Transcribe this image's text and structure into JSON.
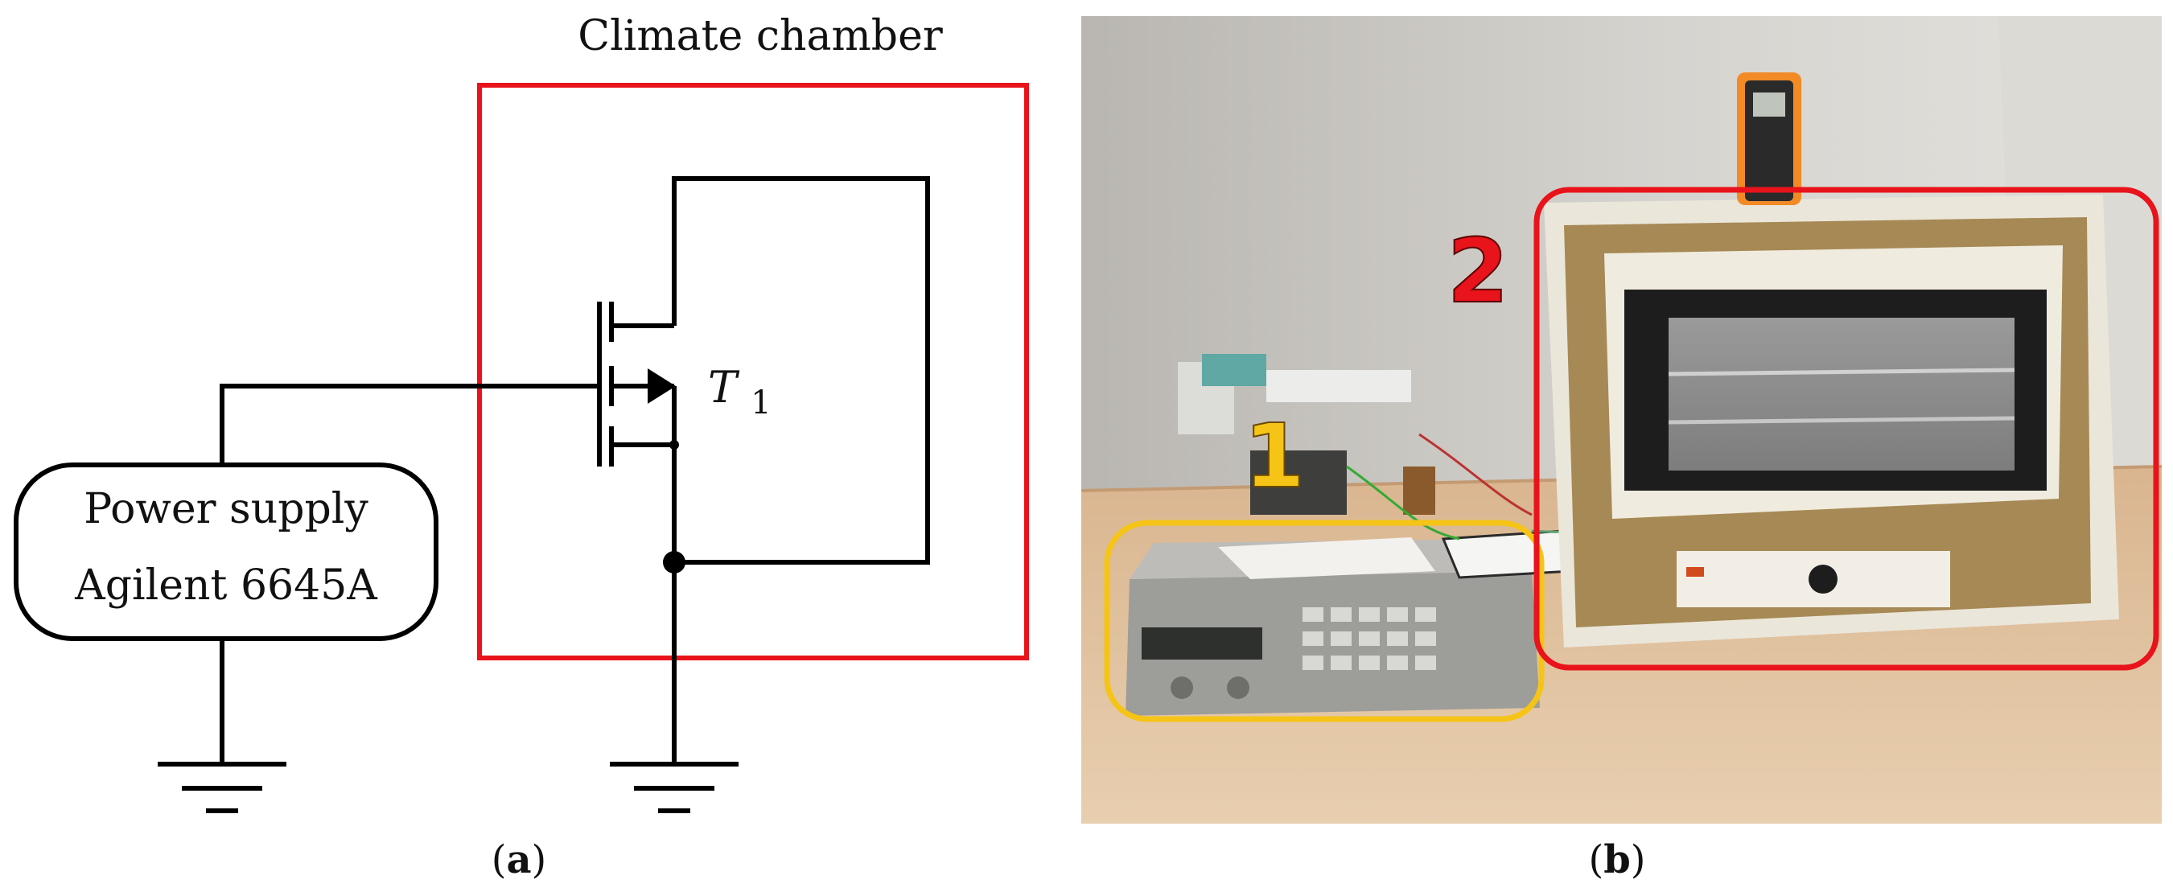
{
  "schematic": {
    "chamber_label": "Climate chamber",
    "supply_line1": "Power supply",
    "supply_line2": "Agilent 6645A",
    "transistor_symbol": "T",
    "transistor_subscript": "1",
    "caption_open": "(",
    "caption_letter": "a",
    "caption_close": ")",
    "chamber_color": "#e8131b"
  },
  "photo": {
    "marker1": "1",
    "marker2": "2",
    "marker1_color": "#f5c416",
    "marker2_color": "#e8131b",
    "caption_open": "(",
    "caption_letter": "b",
    "caption_close": ")"
  }
}
